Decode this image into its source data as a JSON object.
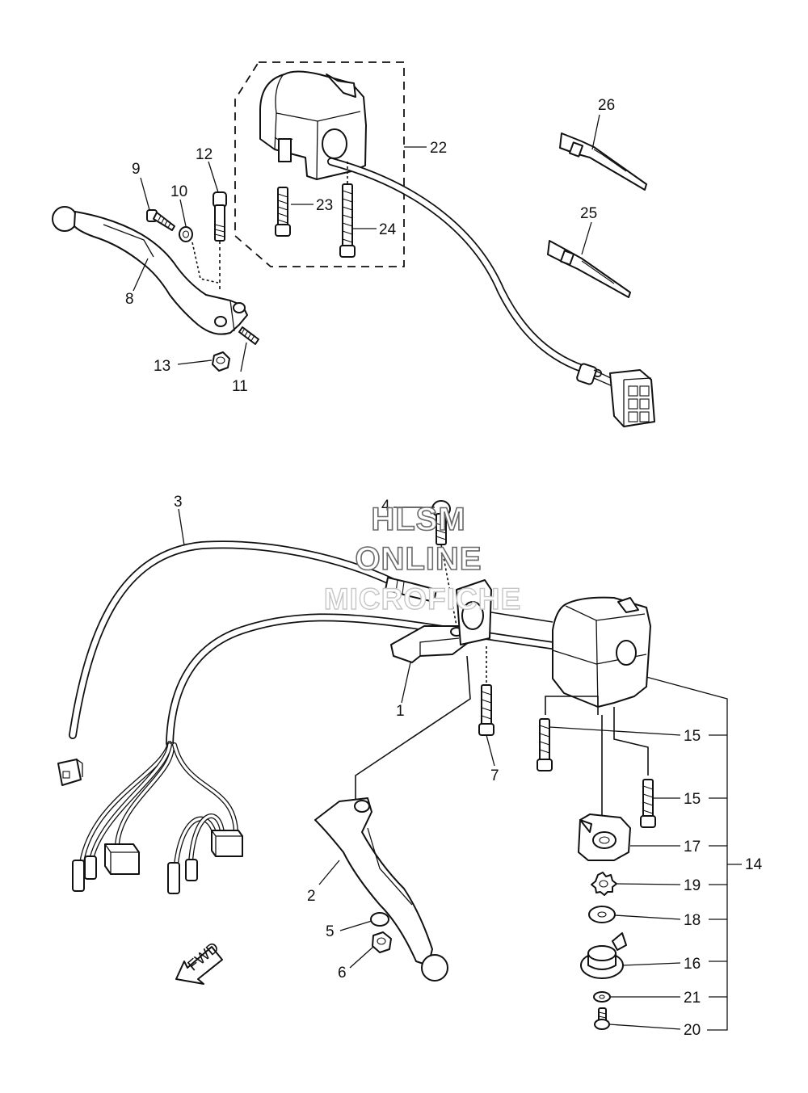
{
  "callouts": {
    "c1": "1",
    "c2": "2",
    "c3": "3",
    "c4": "4",
    "c5": "5",
    "c6": "6",
    "c7": "7",
    "c8": "8",
    "c9": "9",
    "c10": "10",
    "c11": "11",
    "c12": "12",
    "c13": "13",
    "c14": "14",
    "c15a": "15",
    "c15b": "15",
    "c16": "16",
    "c17": "17",
    "c18": "18",
    "c19": "19",
    "c20": "20",
    "c21": "21",
    "c22": "22",
    "c23": "23",
    "c24": "24",
    "c25": "25",
    "c26": "26"
  },
  "watermark": {
    "line1": "HLSM",
    "line2": "ONLINE",
    "line3": "MICROFICHE"
  },
  "fwd_label": "FWD"
}
